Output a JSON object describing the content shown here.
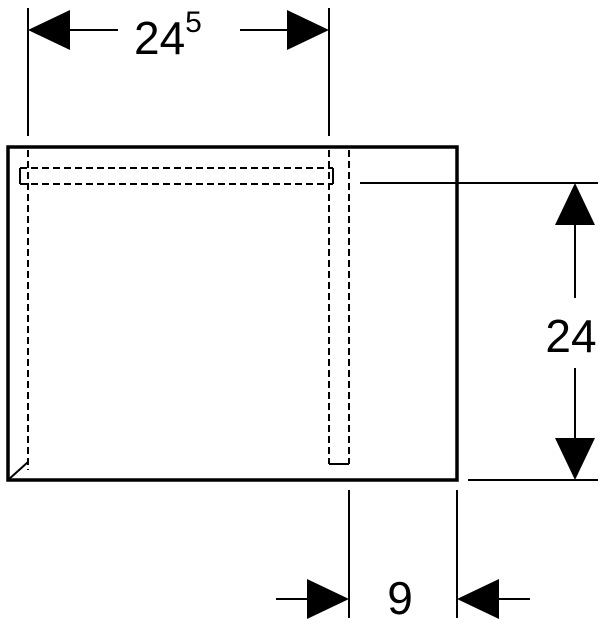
{
  "dimensions": {
    "top_width": {
      "main": "24",
      "superscript": "5"
    },
    "right_height": {
      "label": "24"
    },
    "bottom_depth": {
      "label": "9"
    }
  },
  "colors": {
    "line": "#000000",
    "background": "#ffffff"
  }
}
